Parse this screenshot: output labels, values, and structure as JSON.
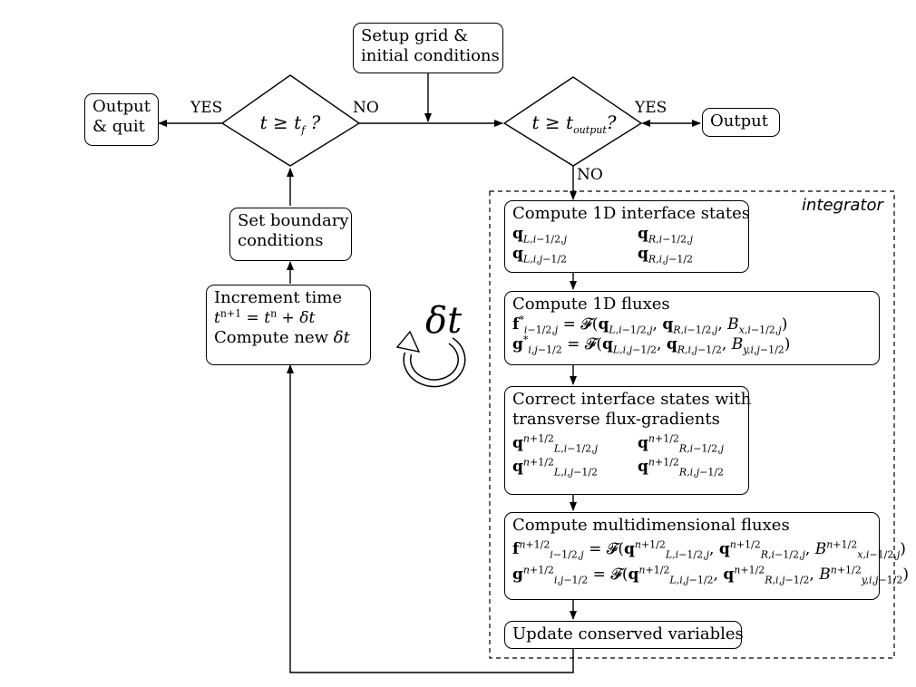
{
  "nodes": {
    "setup": {
      "lines": [
        "Setup grid &",
        "initial conditions"
      ]
    },
    "output_quit": {
      "lines": [
        "Output",
        "& quit"
      ]
    },
    "output": {
      "lines": [
        "Output"
      ]
    },
    "tf_decision": {
      "label": "t ≥ t_f ?"
    },
    "toutput_decision": {
      "label": "t ≥ t_output?"
    },
    "set_boundary": {
      "lines": [
        "Set boundary",
        "conditions"
      ]
    },
    "increment_time": {
      "lines": [
        "Increment time",
        "t^{n+1} = t^n + δt",
        "Compute new δt"
      ]
    },
    "interface_states": {
      "title": "Compute 1D interface states",
      "math": [
        "q_{L,i−1/2,j}",
        "q_{R,i−1/2,j}",
        "q_{L,i,j−1/2}",
        "q_{R,i,j−1/2}"
      ]
    },
    "fluxes_1d": {
      "title": "Compute 1D fluxes",
      "math": [
        "f*_{i−1/2,j} = 𝓕(q_{L,i−1/2,j}, q_{R,i−1/2,j}, B_{x,i−1/2,j})",
        "g*_{i,j−1/2} = 𝓕(q_{L,i,j−1/2}, q_{R,i,j−1/2}, B_{y,i,j−1/2})"
      ]
    },
    "correct_states": {
      "title_lines": [
        "Correct interface states with",
        "transverse flux-gradients"
      ],
      "math": [
        "q^{n+1/2}_{L,i−1/2,j}",
        "q^{n+1/2}_{R,i−1/2,j}",
        "q^{n+1/2}_{L,i,j−1/2}",
        "q^{n+1/2}_{R,i,j−1/2}"
      ]
    },
    "multi_fluxes": {
      "title": "Compute multidimensional fluxes",
      "math": [
        "f^{n+1/2}_{i−1/2,j} = 𝓕(q^{n+1/2}_{L,i−1/2,j}, q^{n+1/2}_{R,i−1/2,j}, B^{n+1/2}_{x,i−1/2,j})",
        "g^{n+1/2}_{i,j−1/2} = 𝓕(q^{n+1/2}_{L,i,j−1/2}, q^{n+1/2}_{R,i,j−1/2}, B^{n+1/2}_{y,i,j−1/2})"
      ]
    },
    "update": {
      "lines": [
        "Update conserved variables"
      ]
    }
  },
  "edge_labels": {
    "yes_left": "YES",
    "no_right": "NO",
    "yes_right": "YES",
    "no_down": "NO"
  },
  "group": {
    "title": "integrator"
  },
  "cycle_symbol": "δt"
}
